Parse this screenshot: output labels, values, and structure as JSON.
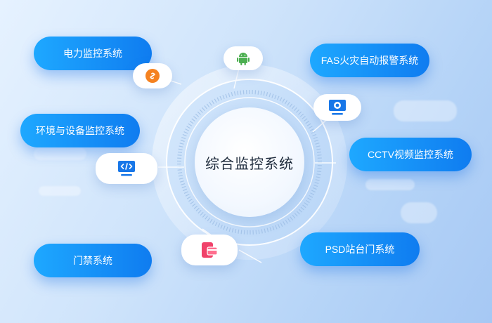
{
  "center": {
    "title": "综合监控系统"
  },
  "systems": [
    {
      "key": "power",
      "label": "电力监控系统",
      "icon": "link-icon"
    },
    {
      "key": "env",
      "label": "环境与设备监控系统",
      "icon": "code-monitor-icon"
    },
    {
      "key": "access",
      "label": "门禁系统",
      "icon": "card-reader-icon"
    },
    {
      "key": "fas",
      "label": "FAS火灾自动报警系统",
      "icon": "android-icon"
    },
    {
      "key": "cctv",
      "label": "CCTV视频监控系统",
      "icon": "camera-monitor-icon"
    },
    {
      "key": "psd",
      "label": "PSD站台门系统",
      "icon": "card-reader-icon"
    }
  ],
  "colors": {
    "pill_start": "#1ea8ff",
    "pill_end": "#0f7cf0",
    "link_icon": "#f58220",
    "android_icon": "#4caf50",
    "monitor_icon": "#1877e8",
    "card_icon": "#f0426a"
  }
}
